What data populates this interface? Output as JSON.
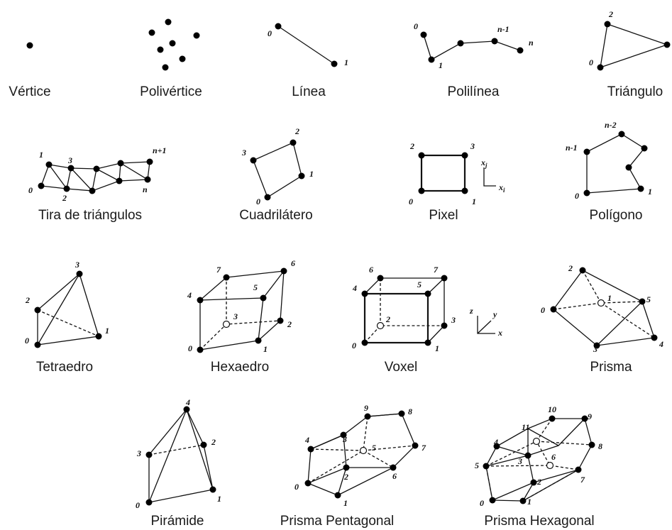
{
  "cells": [
    {
      "key": "vertice",
      "label": "Vértice",
      "vertex_labels": []
    },
    {
      "key": "polivertice",
      "label": "Polivértice",
      "vertex_labels": []
    },
    {
      "key": "linea",
      "label": "Línea",
      "vertex_labels": [
        "0",
        "1"
      ]
    },
    {
      "key": "polilinea",
      "label": "Polilínea",
      "vertex_labels": [
        "0",
        "1",
        "n-1",
        "n"
      ]
    },
    {
      "key": "triangulo",
      "label": "Triángulo",
      "vertex_labels": [
        "0",
        "2"
      ]
    },
    {
      "key": "tira",
      "label": "Tira de triángulos",
      "vertex_labels": [
        "0",
        "1",
        "2",
        "3",
        "n+1",
        "n"
      ]
    },
    {
      "key": "cuadrilatero",
      "label": "Cuadrilátero",
      "vertex_labels": [
        "0",
        "1",
        "2",
        "3"
      ]
    },
    {
      "key": "pixel",
      "label": "Pixel",
      "vertex_labels": [
        "0",
        "1",
        "2",
        "3"
      ],
      "axis_labels": [
        "x",
        "j",
        "x",
        "i"
      ]
    },
    {
      "key": "poligono",
      "label": "Polígono",
      "vertex_labels": [
        "0",
        "1",
        "n-2",
        "n-1"
      ]
    },
    {
      "key": "tetraedro",
      "label": "Tetraedro",
      "vertex_labels": [
        "0",
        "1",
        "2",
        "3"
      ]
    },
    {
      "key": "hexaedro",
      "label": "Hexaedro",
      "vertex_labels": [
        "0",
        "1",
        "2",
        "3",
        "4",
        "5",
        "6",
        "7"
      ]
    },
    {
      "key": "voxel",
      "label": "Voxel",
      "vertex_labels": [
        "0",
        "1",
        "2",
        "3",
        "4",
        "5",
        "6",
        "7"
      ],
      "axis_labels": [
        "z",
        "y",
        "x"
      ]
    },
    {
      "key": "prisma",
      "label": "Prisma",
      "vertex_labels": [
        "0",
        "1",
        "2",
        "3",
        "4",
        "5"
      ]
    },
    {
      "key": "piramide",
      "label": "Pirámide",
      "vertex_labels": [
        "0",
        "1",
        "2",
        "3",
        "4"
      ]
    },
    {
      "key": "prisma_pentagonal",
      "label": "Prisma Pentagonal",
      "vertex_labels": [
        "0",
        "1",
        "2",
        "3",
        "4",
        "5",
        "6",
        "7",
        "8",
        "9"
      ]
    },
    {
      "key": "prisma_hexagonal",
      "label": "Prisma Hexagonal",
      "vertex_labels": [
        "0",
        "1",
        "2",
        "3",
        "4",
        "5",
        "6",
        "7",
        "8",
        "9",
        "10",
        "11"
      ]
    }
  ]
}
